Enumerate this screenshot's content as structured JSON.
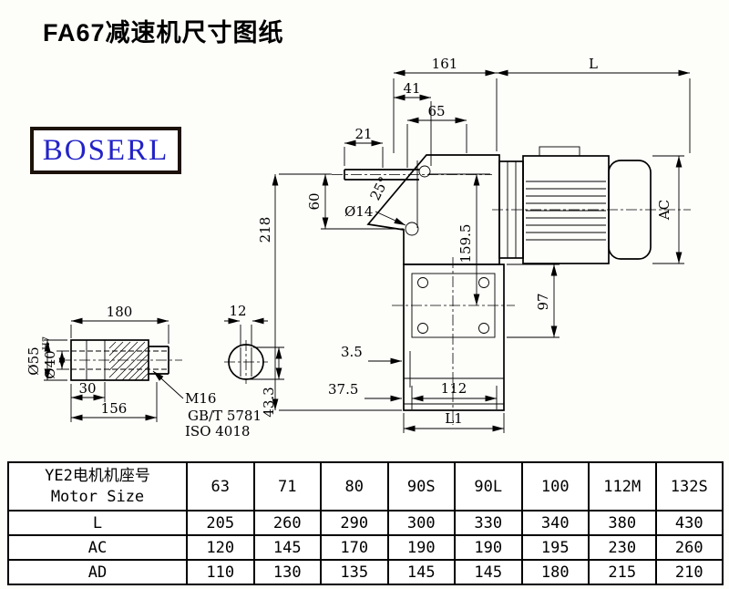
{
  "title": "FA67减速机尺寸图纸",
  "logo": "BOSERL",
  "dims": {
    "d161": "161",
    "dL": "L",
    "d41": "41",
    "d65": "65",
    "d21": "21",
    "d60": "60",
    "d218": "218",
    "d14": "Ø14",
    "d25": "25°",
    "d159": "159.5",
    "d97": "97",
    "dAC": "AC",
    "d35": "3.5",
    "d375": "37.5",
    "d112": "112",
    "dL1": "L1",
    "d180": "180",
    "d12": "12",
    "d55": "Ø55",
    "d40": "Ø40",
    "d40t": "H7",
    "d30": "30",
    "d156": "156",
    "d433": "43.3",
    "thread": "M16",
    "std1": "GB/T 5781",
    "std2": "ISO 4018"
  },
  "table": {
    "header_cn": "YE2电机机座号",
    "header_en": "Motor Size",
    "sizes": [
      "63",
      "71",
      "80",
      "90S",
      "90L",
      "100",
      "112M",
      "132S"
    ],
    "rows": [
      {
        "label": "L",
        "values": [
          "205",
          "260",
          "290",
          "300",
          "330",
          "340",
          "380",
          "430"
        ]
      },
      {
        "label": "AC",
        "values": [
          "120",
          "145",
          "170",
          "190",
          "190",
          "195",
          "230",
          "260"
        ]
      },
      {
        "label": "AD",
        "values": [
          "110",
          "130",
          "135",
          "145",
          "145",
          "180",
          "215",
          "210"
        ]
      }
    ]
  }
}
